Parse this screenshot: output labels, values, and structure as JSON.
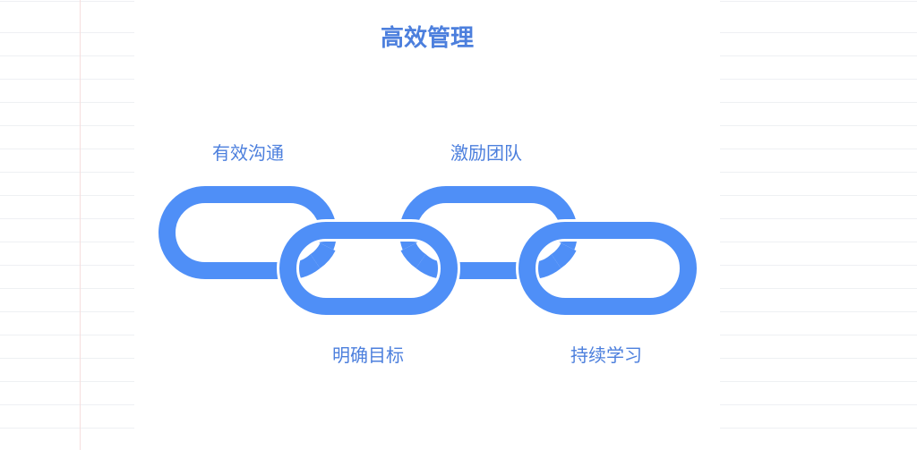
{
  "title": "高效管理",
  "labels": {
    "link1": "有效沟通",
    "link2": "明确目标",
    "link3": "激励团队",
    "link4": "持续学习"
  },
  "colors": {
    "chain": "#4f8ff7",
    "text": "#4c7fdd"
  }
}
